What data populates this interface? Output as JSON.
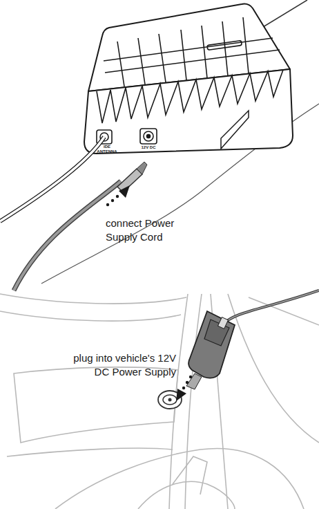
{
  "diagram": {
    "labels": [
      "IDE",
      "ANTENNA",
      "12V DC",
      "connect Power Supply Cord",
      "plug into vehicle's 12V DC Power Supply"
    ]
  }
}
